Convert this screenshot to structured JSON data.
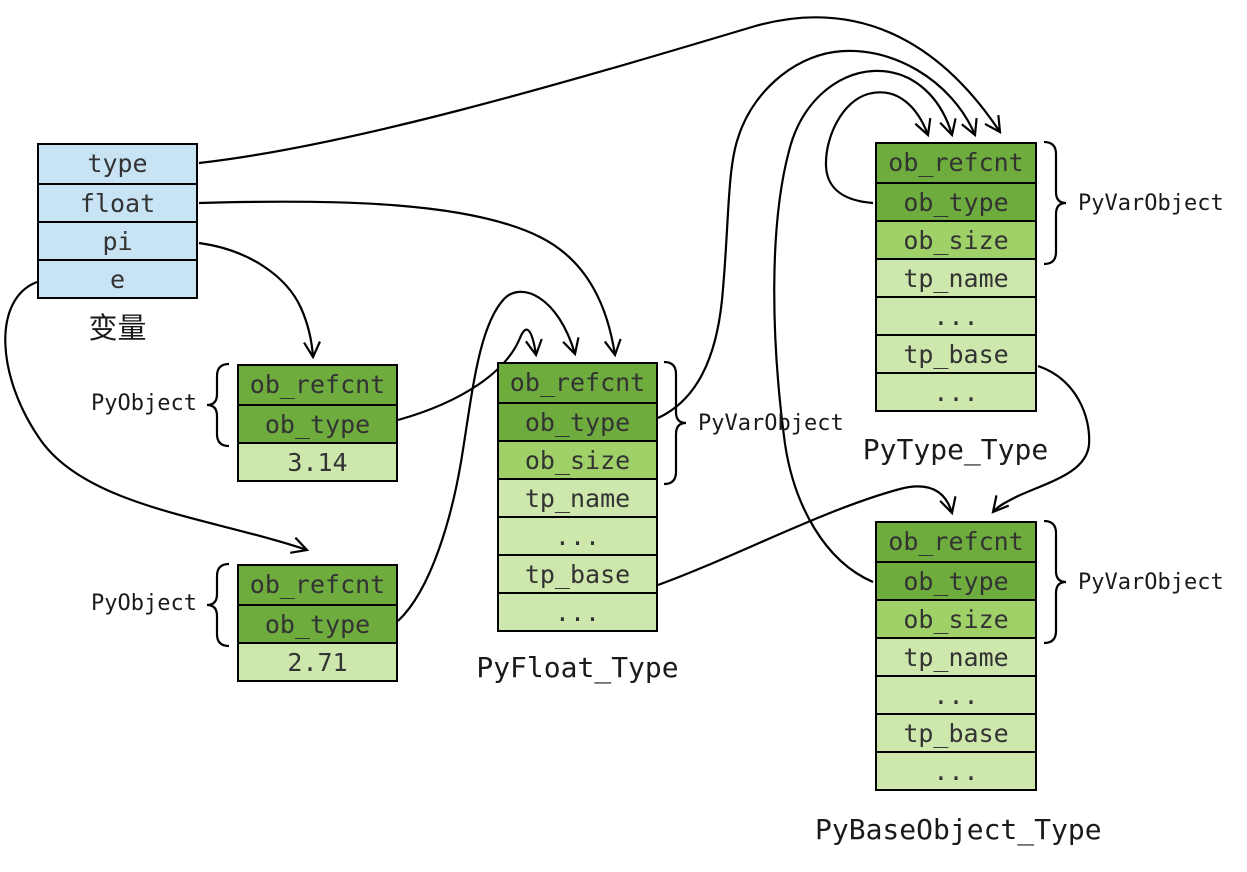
{
  "variables": {
    "caption": "变量",
    "rows": [
      "type",
      "float",
      "pi",
      "e"
    ]
  },
  "pyobject_pi": {
    "brace_label": "PyObject",
    "rows": [
      "ob_refcnt",
      "ob_type",
      "3.14"
    ]
  },
  "pyobject_e": {
    "brace_label": "PyObject",
    "rows": [
      "ob_refcnt",
      "ob_type",
      "2.71"
    ]
  },
  "pyfloat_type": {
    "title": "PyFloat_Type",
    "brace_label": "PyVarObject",
    "rows": [
      "ob_refcnt",
      "ob_type",
      "ob_size",
      "tp_name",
      "...",
      "tp_base",
      "..."
    ]
  },
  "pytype_type": {
    "title": "PyType_Type",
    "brace_label": "PyVarObject",
    "rows": [
      "ob_refcnt",
      "ob_type",
      "ob_size",
      "tp_name",
      "...",
      "tp_base",
      "..."
    ]
  },
  "pybaseobject_type": {
    "title": "PyBaseObject_Type",
    "brace_label": "PyVarObject",
    "rows": [
      "ob_refcnt",
      "ob_type",
      "ob_size",
      "tp_name",
      "...",
      "tp_base",
      "..."
    ]
  },
  "colors": {
    "variable_fill": "#c8e4f4",
    "type_header_fill": "#6eac3e",
    "ob_size_fill": "#a0d068",
    "field_fill": "#cde7ac",
    "border": "#000000",
    "text": "#333333"
  },
  "edges": [
    {
      "from": "variables.type",
      "to": "PyType_Type"
    },
    {
      "from": "variables.float",
      "to": "PyFloat_Type"
    },
    {
      "from": "variables.pi",
      "to": "float-object-3.14"
    },
    {
      "from": "variables.e",
      "to": "float-object-2.71"
    },
    {
      "from": "float-object-3.14.ob_type",
      "to": "PyFloat_Type"
    },
    {
      "from": "float-object-2.71.ob_type",
      "to": "PyFloat_Type"
    },
    {
      "from": "PyFloat_Type.ob_type",
      "to": "PyType_Type"
    },
    {
      "from": "PyType_Type.ob_type",
      "to": "PyType_Type"
    },
    {
      "from": "PyBaseObject_Type.ob_type",
      "to": "PyType_Type"
    },
    {
      "from": "PyFloat_Type.tp_base",
      "to": "PyBaseObject_Type"
    },
    {
      "from": "PyType_Type.tp_base",
      "to": "PyBaseObject_Type"
    }
  ]
}
